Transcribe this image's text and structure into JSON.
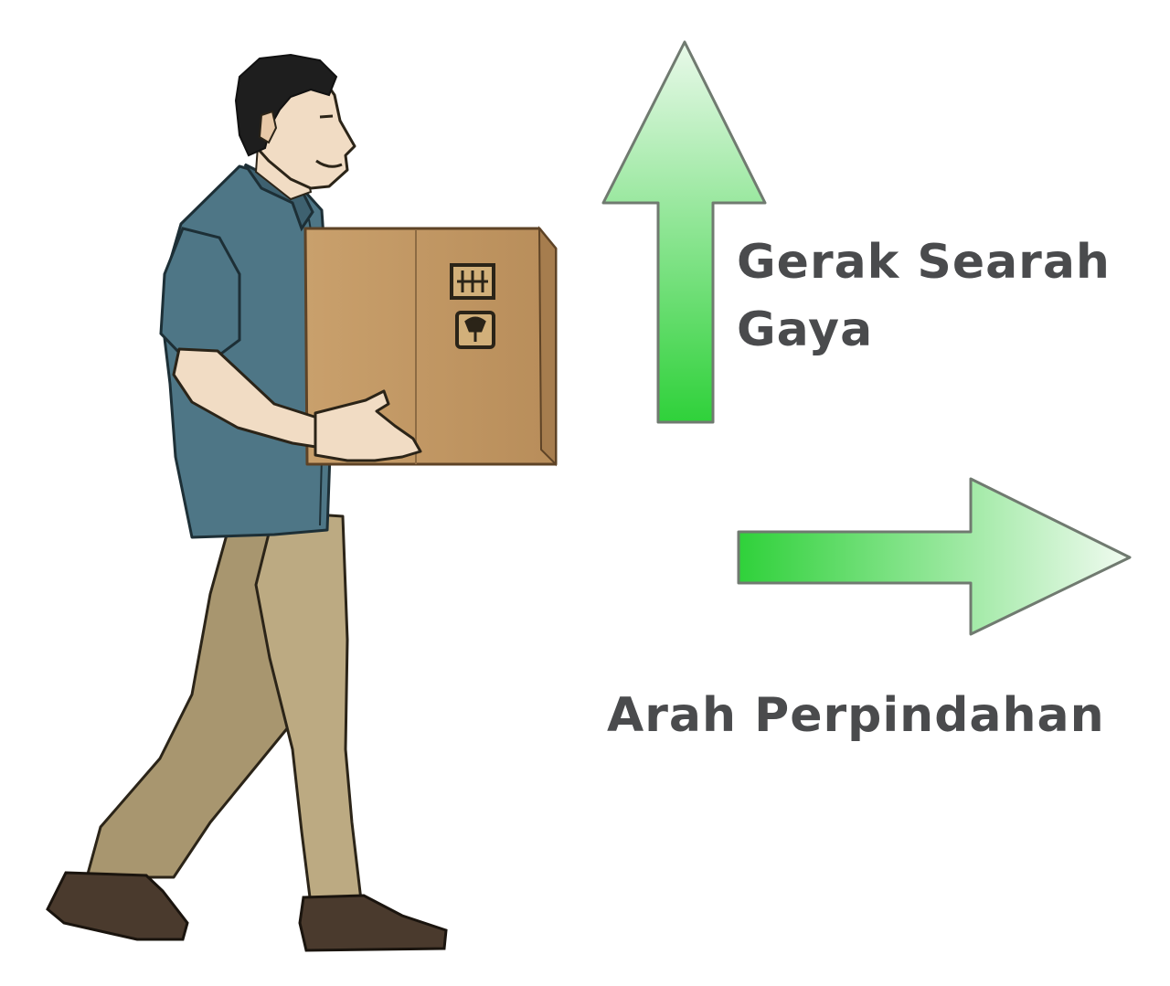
{
  "labels": {
    "force_line_1": "Gerak Searah",
    "force_line_2": "Gaya",
    "displacement": "Arah Perpindahan"
  },
  "arrows": {
    "force_direction": "up",
    "displacement_direction": "right"
  },
  "colors": {
    "arrow_dark": "#2fd13a",
    "arrow_light": "#e9f9ea",
    "arrow_outline": "#707a70",
    "text": "#4a4b4d",
    "shirt": "#4e7686",
    "pants": "#b8a57f",
    "box": "#c49a66",
    "skin": "#f1dcc4",
    "hair": "#1e1e1e",
    "shoes": "#4a3a2d"
  },
  "icons": [
    "fragile-glass-icon",
    "keep-dry-umbrella-icon"
  ]
}
